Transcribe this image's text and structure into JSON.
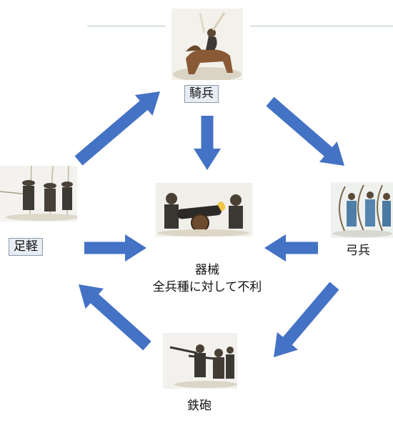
{
  "nodes": {
    "cavalry": {
      "label": "騎兵",
      "image": "cavalry-image"
    },
    "infantry": {
      "label": "足軽",
      "image": "ashigaru-image"
    },
    "archer": {
      "label": "弓兵",
      "image": "archer-image"
    },
    "gunner": {
      "label": "鉄砲",
      "image": "gunner-image"
    },
    "siege": {
      "label": "器械",
      "note": "全兵種に対して不利",
      "image": "cannon-image"
    }
  },
  "edges": [
    {
      "from": "infantry",
      "to": "cavalry"
    },
    {
      "from": "cavalry",
      "to": "archer"
    },
    {
      "from": "archer",
      "to": "gunner"
    },
    {
      "from": "gunner",
      "to": "infantry"
    },
    {
      "from": "cavalry",
      "to": "siege"
    },
    {
      "from": "infantry",
      "to": "siege"
    },
    {
      "from": "archer",
      "to": "siege"
    }
  ],
  "colors": {
    "arrow": "#4472c4",
    "label_box_border": "#8a9bb0",
    "label_box_fill": "#e8edf4",
    "deco_line": "#b8c6cf"
  }
}
